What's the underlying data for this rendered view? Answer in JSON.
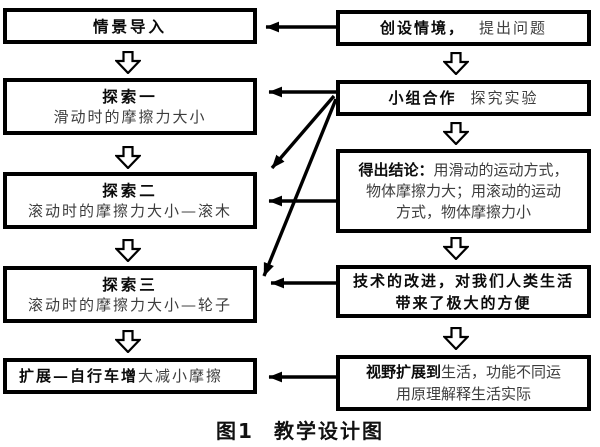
{
  "colors": {
    "background": "#ffffff",
    "box_border": "#000000",
    "text_primary": "#0a0a0a",
    "text_secondary": "#3d3d3d"
  },
  "left": [
    {
      "title": "情景导入"
    },
    {
      "title": "探索一",
      "subtitle": "滑动时的摩擦力大小"
    },
    {
      "title": "探索二",
      "subtitle": "滚动时的摩擦力大小—滚木"
    },
    {
      "title": "探索三",
      "subtitle": "滚动时的摩擦力大小—轮子"
    },
    {
      "bold": "扩展—自行车增",
      "normal": "大减小摩擦"
    }
  ],
  "right": [
    {
      "bold": "创设情境，",
      "normal": "提出问题"
    },
    {
      "bold": "小组合作",
      "normal": "探究实验"
    },
    {
      "bold": "得出结论：",
      "line1_rest": "用滑动的运动方式，",
      "line2": "物体摩擦力大；用滚动的运动",
      "line3": "方式，物体摩擦力小"
    },
    {
      "line1": "技术的改进，对我们人类生活",
      "line2": "带来了极大的方便"
    },
    {
      "bold": "视野扩展到",
      "line1_rest": "生活，功能不同运",
      "line2": "用原理解释生活实际"
    }
  ],
  "caption": {
    "label": "图1",
    "title": "教学设计图"
  }
}
